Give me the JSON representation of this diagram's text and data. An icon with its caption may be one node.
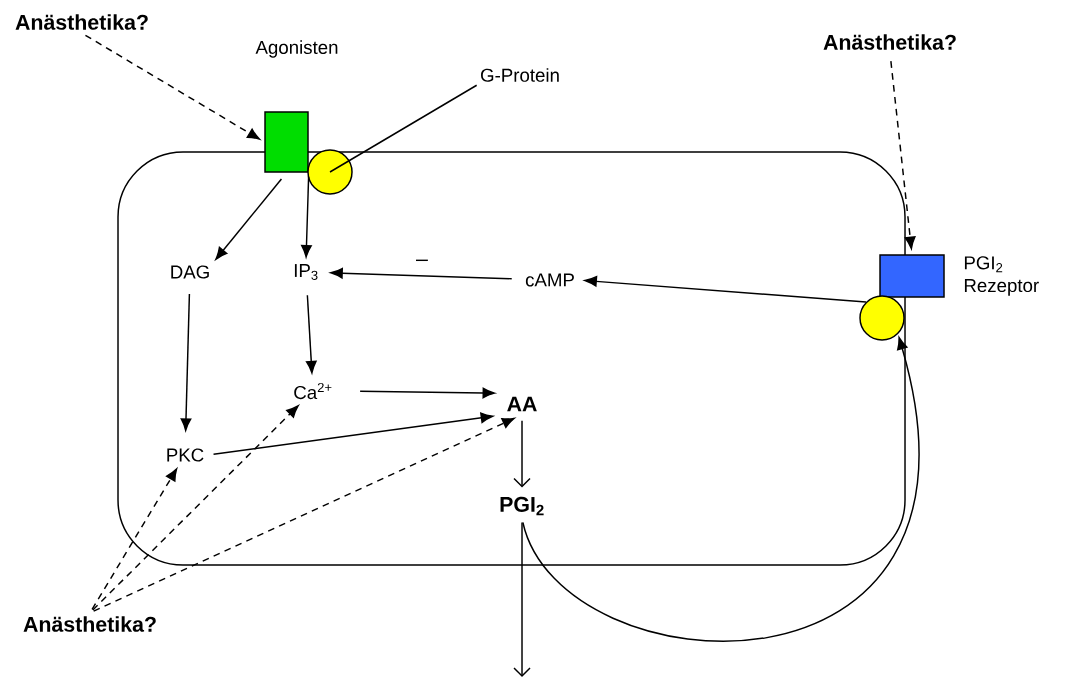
{
  "diagram": {
    "nodes": [
      {
        "text": [],
        "shape": "box"
      },
      {
        "text": [
          "Anästhetika?"
        ]
      },
      {
        "text": [
          "G-Protein"
        ]
      },
      {
        "text": [],
        "shape": "box",
        "beside": [
          "Agonisten"
        ]
      },
      {
        "text": [],
        "shape": "circle",
        "in": 0
      },
      {
        "text": [
          "DAG"
        ],
        "in": 0
      },
      {
        "text": [
          "IP$_{3}$"
        ],
        "in": 0
      },
      {
        "text": [
          "cAMP"
        ],
        "in": 0
      },
      {
        "text": [
          "Anästhetika?"
        ]
      },
      {
        "text": [],
        "shape": "box",
        "beside": [
          "PGI$_{2}$ Rezeptor"
        ]
      },
      {
        "text": [],
        "shape": "circle",
        "in": 0
      },
      {
        "text": [
          "Ca$^{2+}$"
        ],
        "in": 0
      },
      {
        "text": [
          "AA"
        ],
        "in": 0
      },
      {
        "text": [
          "PKC"
        ],
        "in": 0
      },
      {
        "text": [
          "PGI$_{2}$"
        ],
        "in": 0
      },
      {
        "text": [
          "Anästhetika?"
        ]
      }
    ],
    "edges": [
      {
        "from": 1,
        "to": 3,
        "arrow": "to",
        "style": "dashed"
      },
      {
        "from": 2,
        "to": 4,
        "arrow": "none"
      },
      {
        "from": 3,
        "to": 5,
        "arrow": "to"
      },
      {
        "from": 3,
        "to": 6,
        "arrow": "to"
      },
      {
        "from": 7,
        "to": 6,
        "arrow": "to",
        "label": "–"
      },
      {
        "from": 10,
        "to": 7,
        "arrow": "to"
      },
      {
        "from": 8,
        "to": 9,
        "arrow": "to",
        "style": "dashed"
      },
      {
        "from": 5,
        "to": 13,
        "arrow": "to"
      },
      {
        "from": 6,
        "to": 11,
        "arrow": "to"
      },
      {
        "from": 11,
        "to": 12,
        "arrow": "to"
      },
      {
        "from": 13,
        "to": 12,
        "arrow": "to"
      },
      {
        "from": 12,
        "to": 14,
        "arrow": "to"
      },
      {
        "from": 14,
        "to": null,
        "arrow": "to"
      },
      {
        "from": 14,
        "to": 10,
        "arrow": "to"
      },
      {
        "from": 15,
        "to": 13,
        "arrow": "to",
        "style": "dashed"
      },
      {
        "from": 15,
        "to": 11,
        "arrow": "to",
        "style": "dashed"
      },
      {
        "from": 15,
        "to": 12,
        "arrow": "to",
        "style": "dashed"
      }
    ]
  }
}
